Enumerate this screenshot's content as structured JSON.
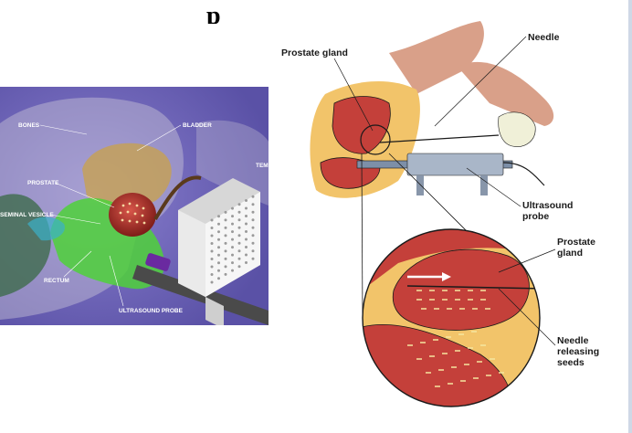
{
  "slide": {
    "title": "p"
  },
  "left_illustration": {
    "labels": {
      "bones": "BONES",
      "bladder": "BLADDER",
      "prostate": "PROSTATE",
      "seminal_vesicle": "SEMINAL VESICLE",
      "rectum": "RECTUM",
      "ultrasound_probe": "ULTRASOUND PROBE",
      "template": "TEM"
    },
    "colors": {
      "background": "#6b63b5",
      "prostate": "#b8322a",
      "bladder": "#c9a24a",
      "rectum": "#4fd13a",
      "template": "#f2f2f2"
    }
  },
  "right_illustration": {
    "labels": {
      "prostate_gland_top": "Prostate gland",
      "needle": "Needle",
      "ultrasound_probe_line1": "Ultrasound",
      "ultrasound_probe_line2": "probe",
      "prostate_gland_inset_line1": "Prostate",
      "prostate_gland_inset_line2": "gland",
      "needle_releasing_line1": "Needle",
      "needle_releasing_line2": "releasing",
      "needle_releasing_line3": "seeds"
    },
    "colors": {
      "tissue": "#c4403a",
      "fat": "#f2c46a",
      "skin": "#d9a089",
      "outline": "#1a1a1a"
    }
  }
}
